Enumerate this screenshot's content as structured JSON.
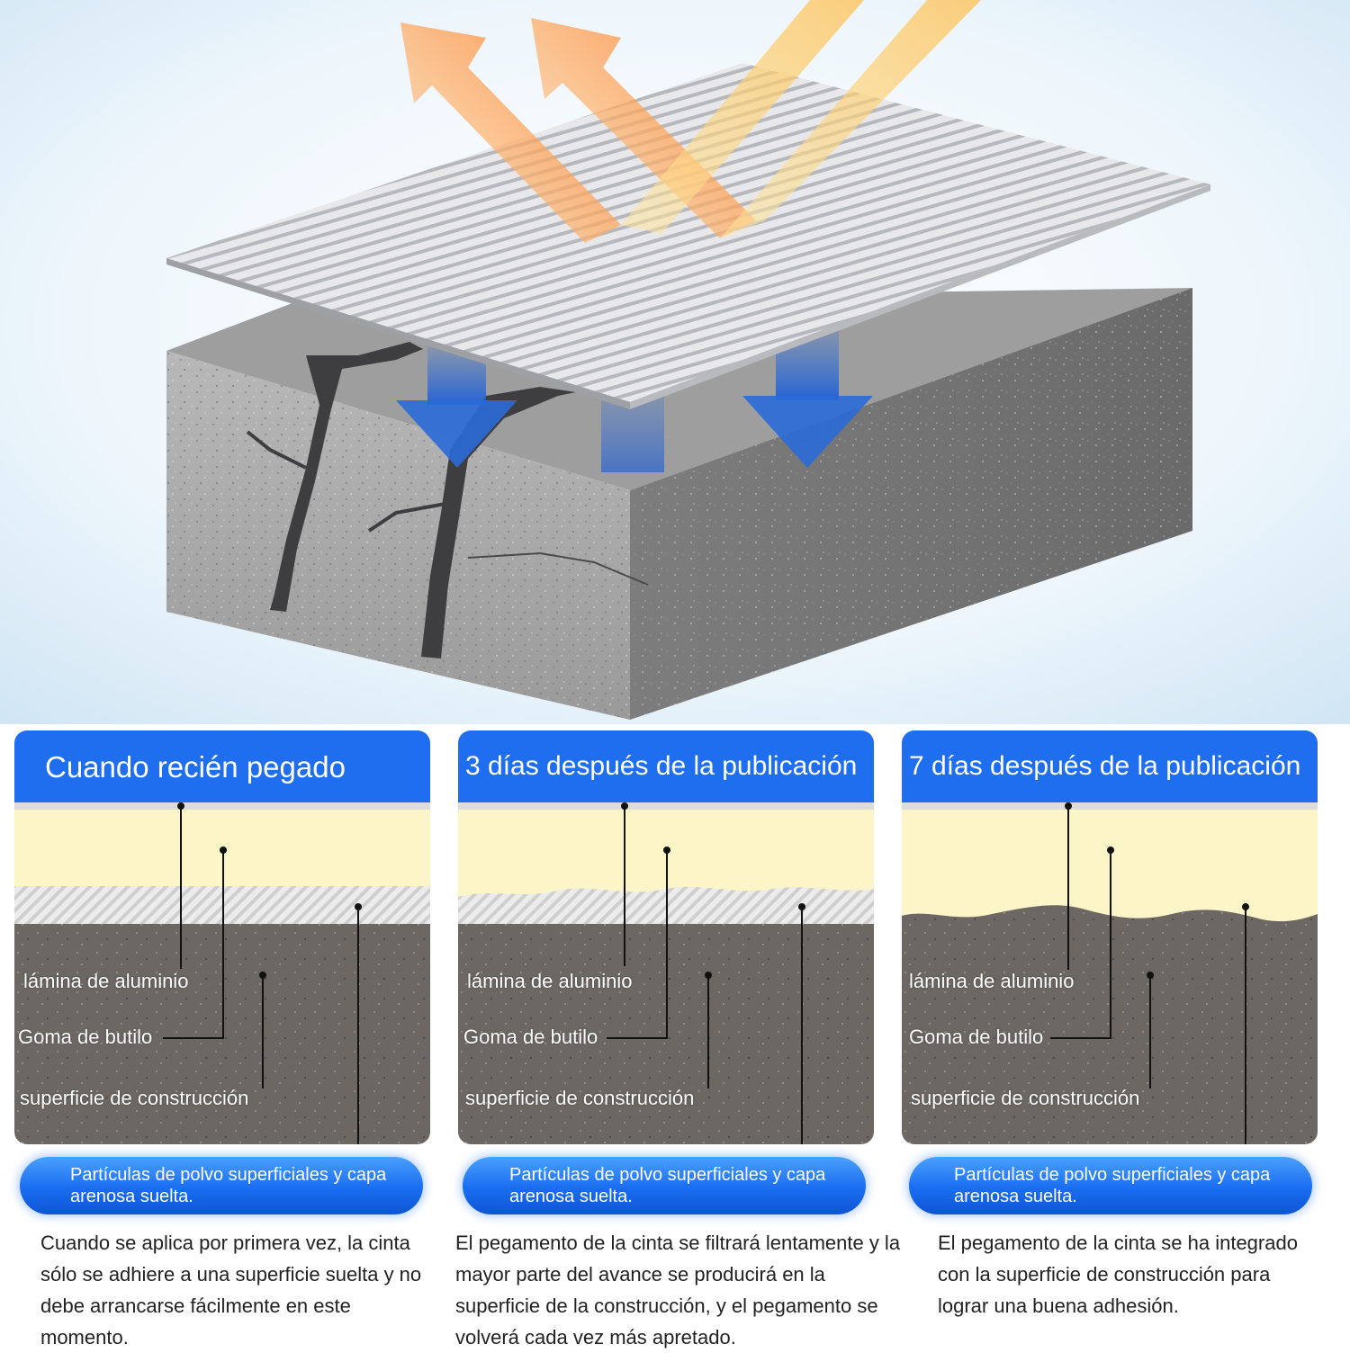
{
  "colors": {
    "header_blue": "#1f6ef0",
    "aluminium": "#e6e6e6",
    "butyl": "#fbf5c8",
    "dust": "#d8d8d8",
    "substrate": "#6c6763",
    "arrow_orange": "#ff8a3c",
    "arrow_blue": "#2f6fdc"
  },
  "icons": {
    "sun_arrows": "reflected-heat-arrows",
    "press_arrows": "down-arrows",
    "concrete": "cracked-concrete-block",
    "foil": "aluminium-foil-sheet"
  },
  "stages": [
    {
      "title": "Cuando recién pegado",
      "labels": [
        "lámina de aluminio",
        "Goma de butilo",
        "superficie de construcción"
      ],
      "callout": "Partículas de polvo superficiales y capa arenosa suelta.",
      "description": "Cuando se aplica por primera vez, la cinta sólo se adhiere a una superficie suelta y no debe arrancarse fácilmente en este momento."
    },
    {
      "title": "3 días después de la publicación",
      "labels": [
        "lámina de aluminio",
        "Goma de butilo",
        "superficie de construcción"
      ],
      "callout": "Partículas de polvo superficiales y capa arenosa suelta.",
      "description": "El pegamento de la cinta se filtrará lentamente y la mayor parte del avance se producirá en la superficie de la construcción, y el pegamento se volverá cada vez más apretado."
    },
    {
      "title": "7 días después de la publicación",
      "labels": [
        "lámina de aluminio",
        "Goma de butilo",
        "superficie de construcción"
      ],
      "callout": "Partículas de polvo superficiales y capa arenosa suelta.",
      "description": "El pegamento de la cinta se ha integrado con la superficie de construcción para lograr una buena adhesión."
    }
  ]
}
